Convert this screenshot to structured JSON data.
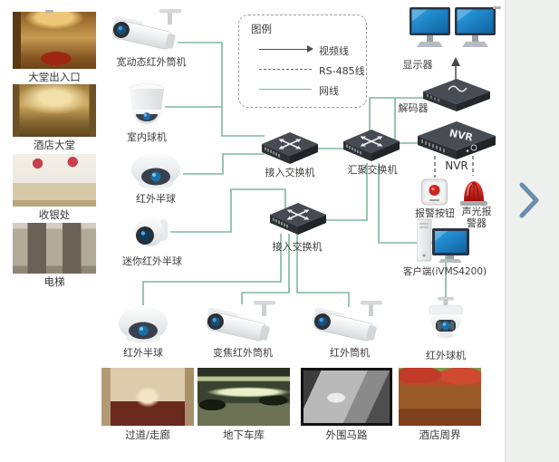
{
  "legend": {
    "title": "图例",
    "video": "视频线",
    "rs485": "RS-485线",
    "network": "网线"
  },
  "nodes": {
    "wide_bullet": "宽动态红外筒机",
    "indoor_dome": "室内球机",
    "ir_dome": "红外半球",
    "mini_dome": "迷你红外半球",
    "access_switch_1": "接入交换机",
    "agg_switch": "汇聚交换机",
    "access_switch_2": "接入交换机",
    "monitors": "显示器",
    "decoder": "解码器",
    "nvr_badge": "NVR",
    "nvr": "NVR",
    "alarm_button": "报警按钮",
    "siren": "声光报警器",
    "client": "客户端(iVMS4200)",
    "ir_dome_b": "红外半球",
    "zoom_bullet": "变焦红外筒机",
    "ir_bullet": "红外筒机",
    "ir_ptz": "红外球机"
  },
  "photos": {
    "entrance": "大堂出入口",
    "lobby": "酒店大堂",
    "cashier": "收银处",
    "elevator": "电梯",
    "corridor": "过道/走廊",
    "garage": "地下车库",
    "road": "外围马路",
    "perimeter": "酒店周界"
  },
  "icons": {
    "next": "chevron-right"
  },
  "colors": {
    "network_line": "#7db89a",
    "video_line": "#4a4a4a",
    "rs485_line": "#666666",
    "alarm_red": "#c41c1c",
    "screen_blue": "#1d8fd0",
    "chevron": "#6b8dad"
  }
}
